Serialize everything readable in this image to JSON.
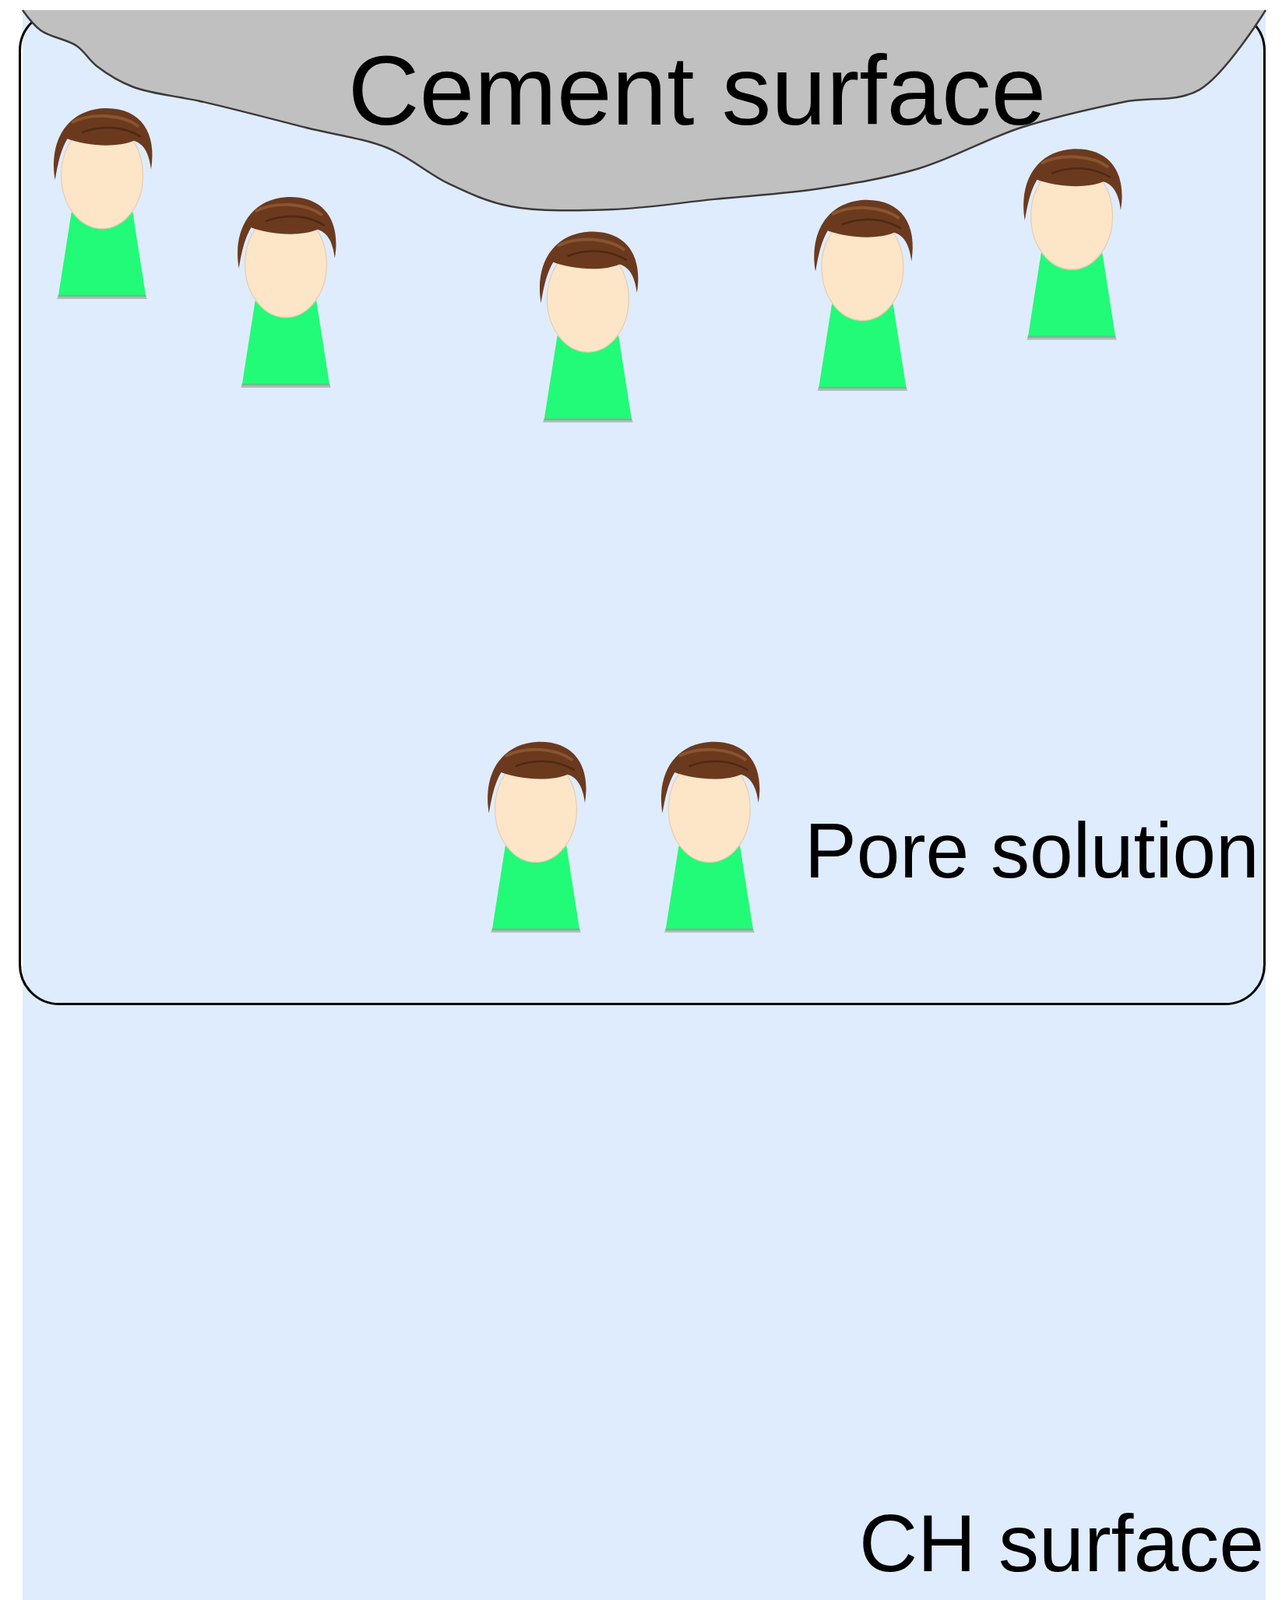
{
  "diagram": {
    "nodes": [
      {
        "text": [
          "CH surface"
        ]
      },
      {
        "text": [
          "Pore solution"
        ],
        "in": 0
      },
      {
        "text": [
          "Cement surface"
        ],
        "in": 1
      }
    ]
  }
}
